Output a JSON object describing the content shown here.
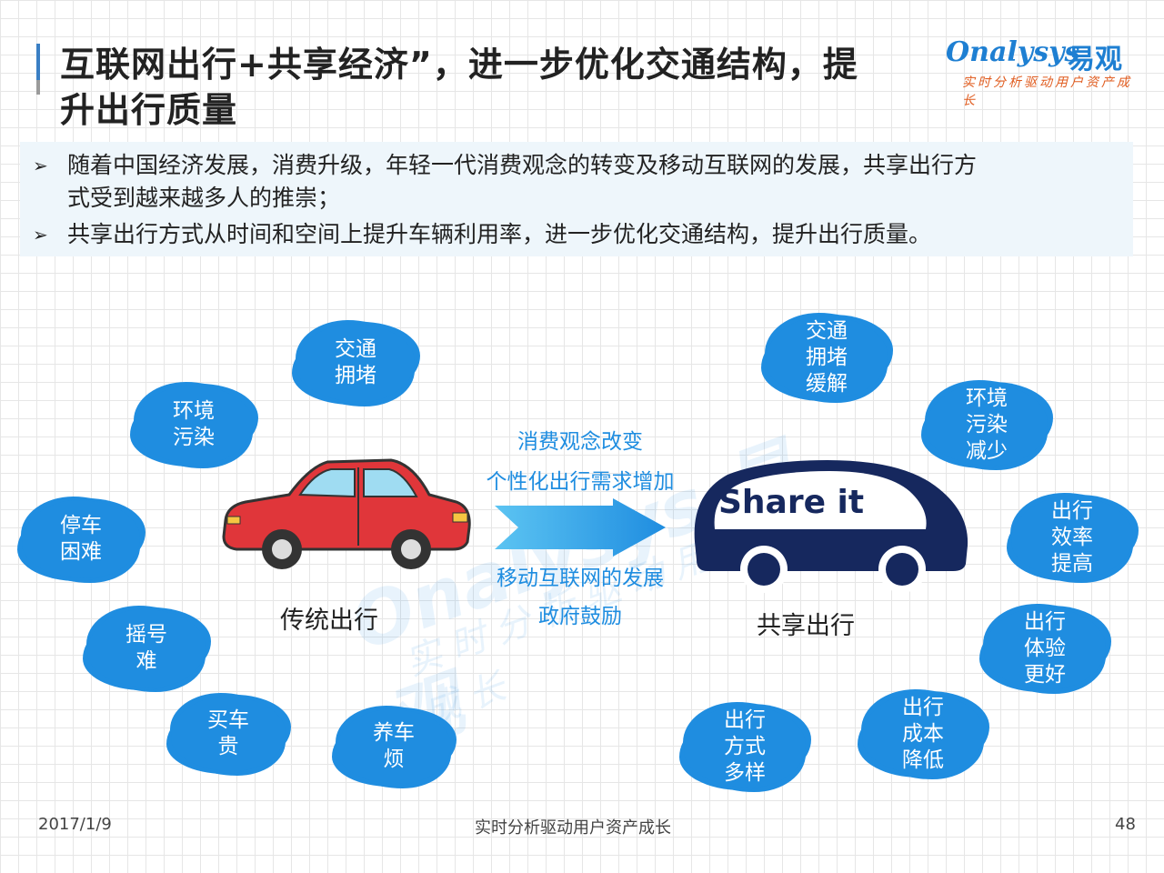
{
  "header": {
    "title_line1": "互联网出行+共享经济”，进一步优化交通结构，提",
    "title_line2": "升出行质量"
  },
  "logo": {
    "en": "Onalysys",
    "cn": "易观",
    "tagline": "实时分析驱动用户资产成长"
  },
  "bullets": {
    "marker": "➢",
    "items": [
      {
        "line1": "随着中国经济发展，消费升级，年轻一代消费观念的转变及移动互联网的发展，共享出行方",
        "line2": "式受到越来越多人的推崇；"
      },
      {
        "line1": "共享出行方式从时间和空间上提升车辆利用率，进一步优化交通结构，提升出行质量。"
      }
    ]
  },
  "left_clouds": [
    "交通\n拥堵",
    "环境\n污染",
    "停车\n困难",
    "摇号\n难",
    "买车\n贵",
    "养车\n烦"
  ],
  "right_clouds": [
    "交通\n拥堵\n缓解",
    "环境\n污染\n减少",
    "出行\n效率\n提高",
    "出行\n体验\n更好",
    "出行\n成本\n降低",
    "出行\n方式\n多样"
  ],
  "diagram": {
    "traditional_label": "传统出行",
    "shared_label": "共享出行",
    "share_it_text": "Share it",
    "drivers_top": [
      "消费观念改变",
      "个性化出行需求增加"
    ],
    "drivers_bottom": [
      "移动互联网的发展",
      "政府鼓励"
    ]
  },
  "watermark": {
    "en": "Onalysys 易观",
    "cn": "实时分析驱动用户资产成长"
  },
  "footer": {
    "date": "2017/1/9",
    "slogan": "实时分析驱动用户资产成长",
    "page": "48"
  },
  "colors": {
    "accent": "#1f8de0",
    "car_red": "#e0363a",
    "share_car_navy": "#16285e"
  }
}
